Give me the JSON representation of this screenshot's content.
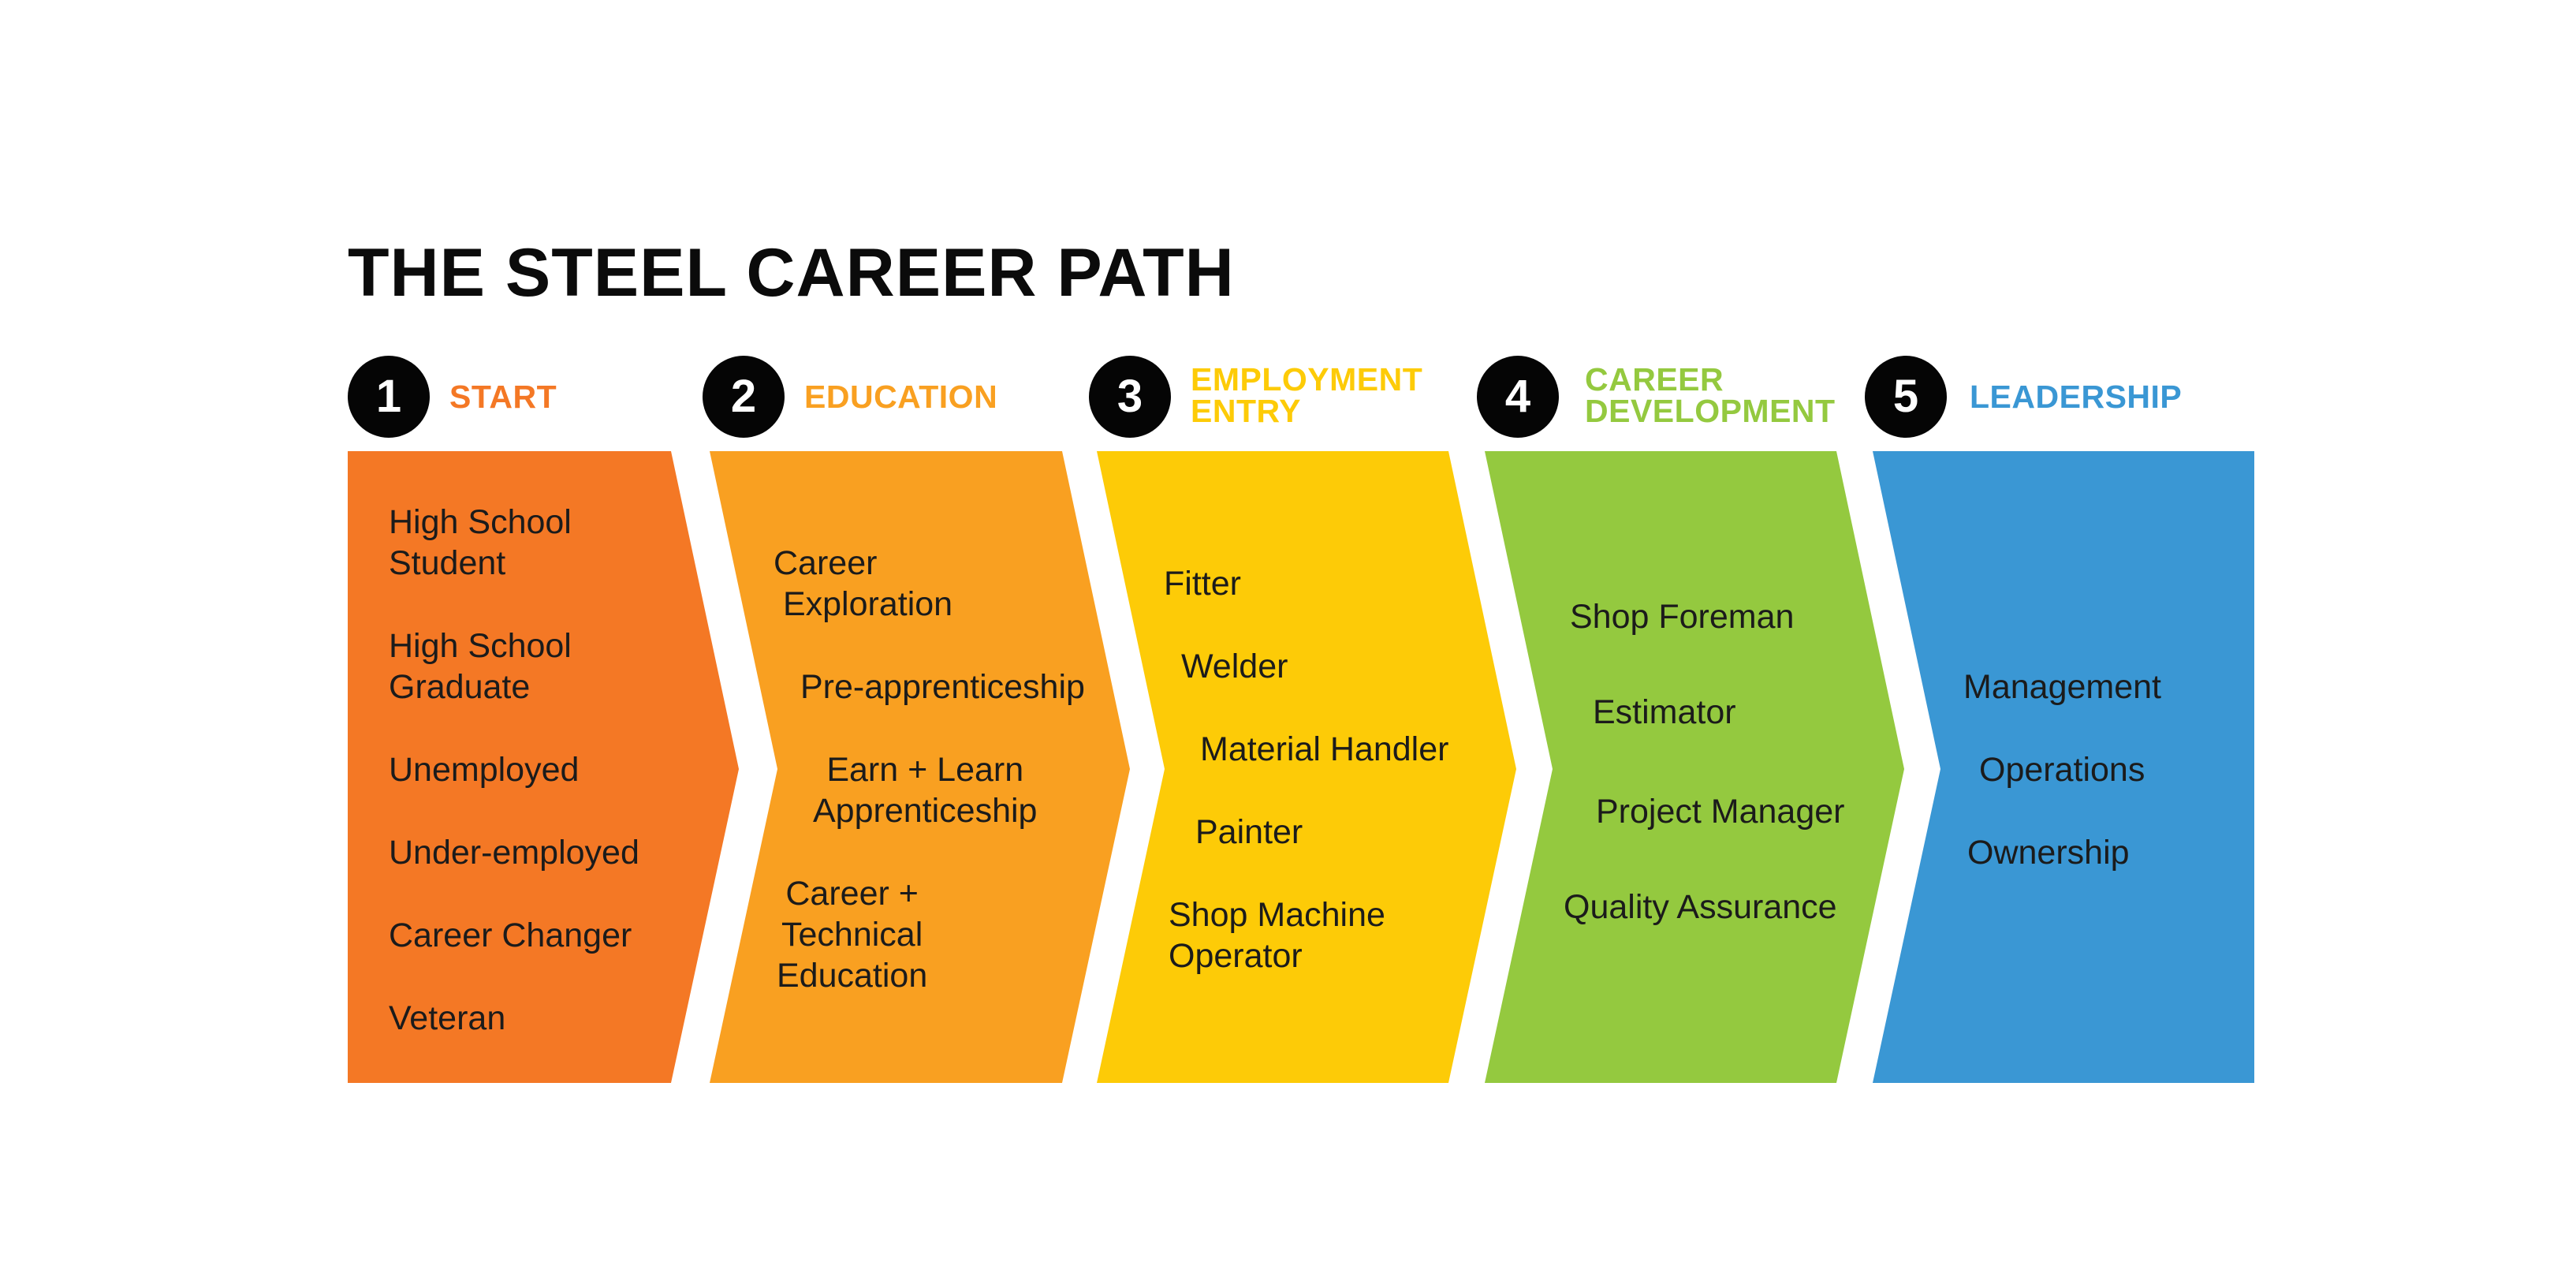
{
  "title": "THE STEEL CAREER PATH",
  "colors": {
    "start": "#F47825",
    "education": "#F9A021",
    "employment_entry": "#FDCB07",
    "career_development": "#94C93F",
    "leadership": "#3A97D4"
  },
  "steps": [
    {
      "number": "1",
      "label": "START",
      "items": [
        "High School\nStudent",
        "High School\nGraduate",
        "Unemployed",
        "Under-employed",
        "Career Changer",
        "Veteran"
      ]
    },
    {
      "number": "2",
      "label": "EDUCATION",
      "items": [
        "Career\n Exploration",
        "Pre-apprenticeship",
        "Earn + Learn\nApprenticeship",
        "Career +\nTechnical\nEducation"
      ]
    },
    {
      "number": "3",
      "label": "EMPLOYMENT\nENTRY",
      "items": [
        "Fitter",
        "Welder",
        "Material Handler",
        "Painter",
        "Shop Machine\nOperator"
      ]
    },
    {
      "number": "4",
      "label": "CAREER\nDEVELOPMENT",
      "items": [
        "Shop Foreman",
        "Estimator",
        "Project Manager",
        "Quality Assurance"
      ]
    },
    {
      "number": "5",
      "label": "LEADERSHIP",
      "items": [
        "Management",
        "Operations",
        "Ownership"
      ]
    }
  ]
}
